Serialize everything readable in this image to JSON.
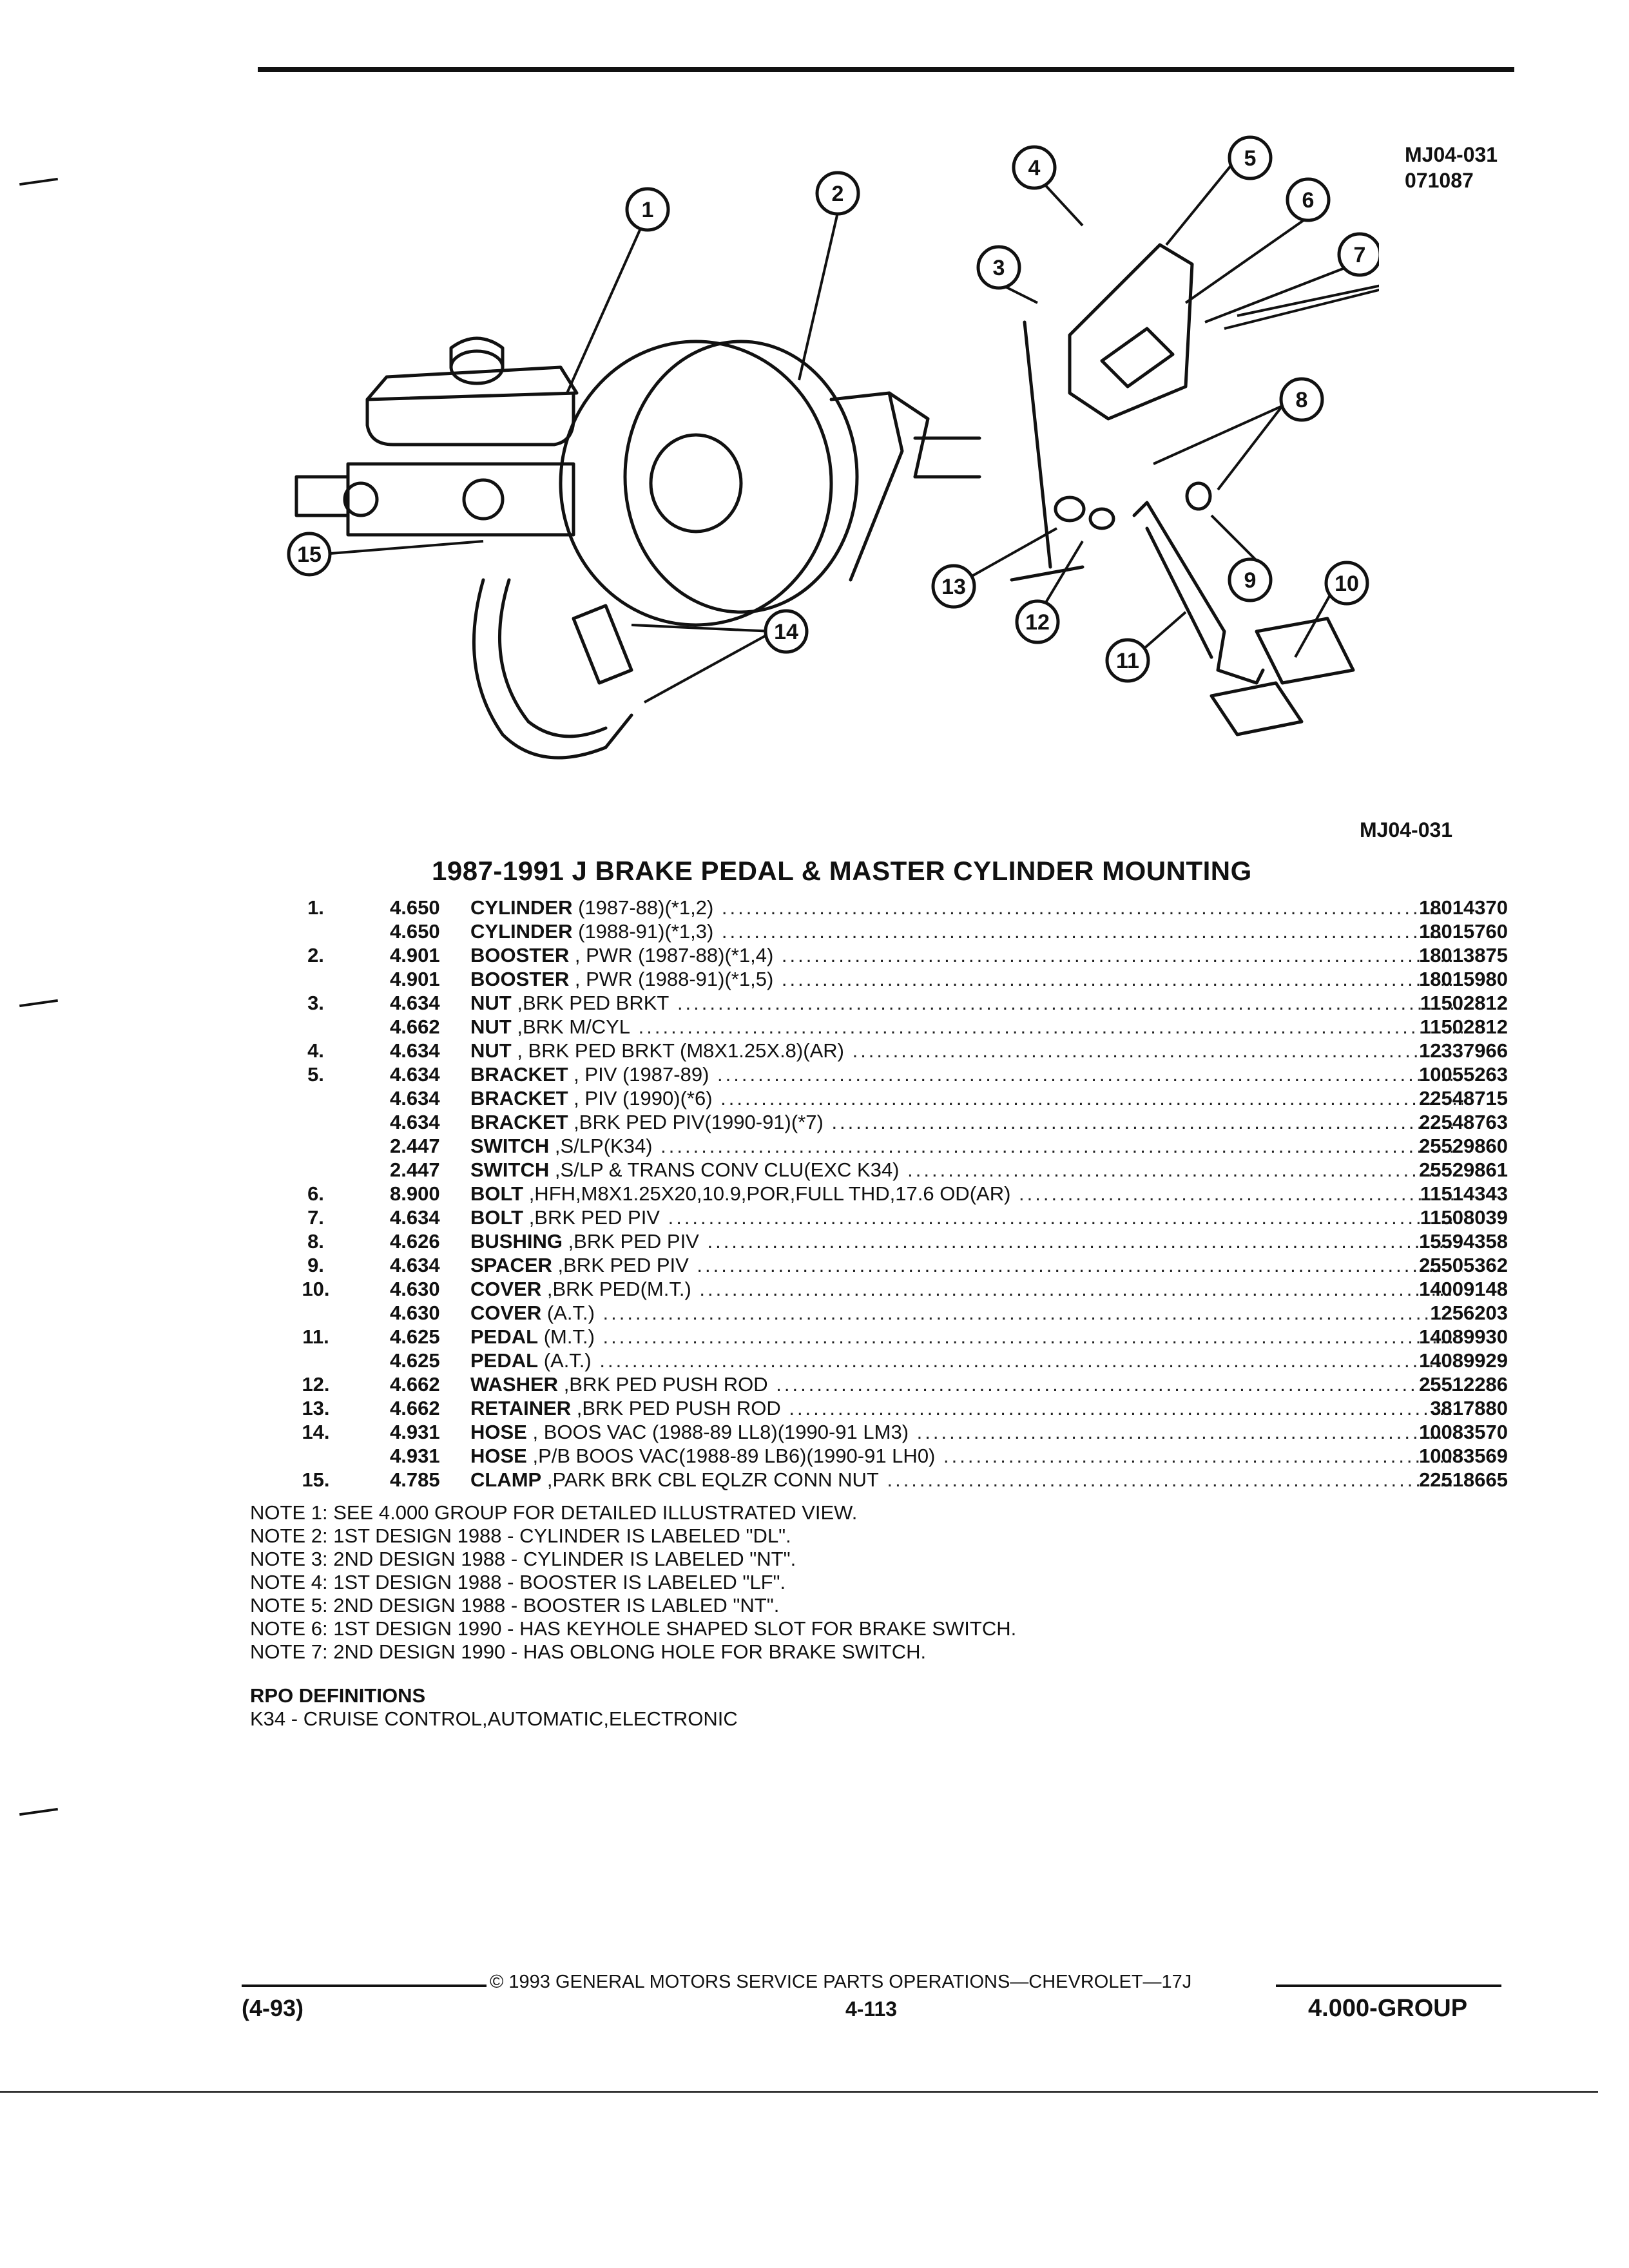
{
  "diagram": {
    "id_top": "MJ04-031",
    "date_code": "071087",
    "id_bottom": "MJ04-031",
    "callouts": [
      "1",
      "2",
      "3",
      "4",
      "5",
      "6",
      "7",
      "3",
      "8",
      "9",
      "10",
      "11",
      "12",
      "13",
      "14",
      "15"
    ]
  },
  "section_title": "1987-1991 J BRAKE PEDAL & MASTER CYLINDER MOUNTING",
  "parts": [
    {
      "num": "1.",
      "group": "4.650",
      "name": "CYLINDER",
      "spec": " (1987-88)(*1,2)",
      "part_no": "18014370"
    },
    {
      "num": "",
      "group": "4.650",
      "name": "CYLINDER",
      "spec": " (1988-91)(*1,3)",
      "part_no": "18015760"
    },
    {
      "num": "2.",
      "group": "4.901",
      "name": "BOOSTER",
      "spec": " , PWR (1987-88)(*1,4)",
      "part_no": "18013875"
    },
    {
      "num": "",
      "group": "4.901",
      "name": "BOOSTER",
      "spec": " , PWR (1988-91)(*1,5)",
      "part_no": "18015980"
    },
    {
      "num": "3.",
      "group": "4.634",
      "name": "NUT",
      "spec": " ,BRK PED BRKT",
      "part_no": "11502812"
    },
    {
      "num": "",
      "group": "4.662",
      "name": "NUT",
      "spec": " ,BRK M/CYL",
      "part_no": "11502812"
    },
    {
      "num": "4.",
      "group": "4.634",
      "name": "NUT",
      "spec": " , BRK PED BRKT (M8X1.25X.8)(AR)",
      "part_no": "12337966"
    },
    {
      "num": "5.",
      "group": "4.634",
      "name": "BRACKET",
      "spec": " , PIV (1987-89)",
      "part_no": "10055263"
    },
    {
      "num": "",
      "group": "4.634",
      "name": "BRACKET",
      "spec": " , PIV (1990)(*6)",
      "part_no": "22548715"
    },
    {
      "num": "",
      "group": "4.634",
      "name": "BRACKET",
      "spec": " ,BRK PED PIV(1990-91)(*7)",
      "part_no": "22548763"
    },
    {
      "num": "",
      "group": "2.447",
      "name": "SWITCH",
      "spec": " ,S/LP(K34)",
      "part_no": "25529860"
    },
    {
      "num": "",
      "group": "2.447",
      "name": "SWITCH",
      "spec": " ,S/LP & TRANS CONV CLU(EXC K34)",
      "part_no": "25529861"
    },
    {
      "num": "6.",
      "group": "8.900",
      "name": "BOLT",
      "spec": " ,HFH,M8X1.25X20,10.9,POR,FULL THD,17.6 OD(AR)",
      "part_no": "11514343"
    },
    {
      "num": "7.",
      "group": "4.634",
      "name": "BOLT",
      "spec": " ,BRK PED PIV",
      "part_no": "11508039"
    },
    {
      "num": "8.",
      "group": "4.626",
      "name": "BUSHING",
      "spec": " ,BRK PED PIV",
      "part_no": "15594358"
    },
    {
      "num": "9.",
      "group": "4.634",
      "name": "SPACER",
      "spec": " ,BRK PED PIV",
      "part_no": "25505362"
    },
    {
      "num": "10.",
      "group": "4.630",
      "name": "COVER",
      "spec": " ,BRK PED(M.T.)",
      "part_no": "14009148"
    },
    {
      "num": "",
      "group": "4.630",
      "name": "COVER",
      "spec": " (A.T.)",
      "part_no": "1256203"
    },
    {
      "num": "11.",
      "group": "4.625",
      "name": "PEDAL",
      "spec": " (M.T.)",
      "part_no": "14089930"
    },
    {
      "num": "",
      "group": "4.625",
      "name": "PEDAL",
      "spec": " (A.T.)",
      "part_no": "14089929"
    },
    {
      "num": "12.",
      "group": "4.662",
      "name": "WASHER",
      "spec": " ,BRK PED PUSH ROD",
      "part_no": "25512286"
    },
    {
      "num": "13.",
      "group": "4.662",
      "name": "RETAINER",
      "spec": " ,BRK PED PUSH ROD",
      "part_no": "3817880"
    },
    {
      "num": "14.",
      "group": "4.931",
      "name": "HOSE",
      "spec": " , BOOS VAC (1988-89 LL8)(1990-91 LM3)",
      "part_no": "10083570"
    },
    {
      "num": "",
      "group": "4.931",
      "name": "HOSE",
      "spec": " ,P/B BOOS VAC(1988-89 LB6)(1990-91 LH0)",
      "part_no": "10083569"
    },
    {
      "num": "15.",
      "group": "4.785",
      "name": "CLAMP",
      "spec": " ,PARK BRK CBL EQLZR CONN NUT",
      "part_no": "22518665"
    }
  ],
  "notes": [
    {
      "label": "NOTE  1:",
      "text": " SEE 4.000 GROUP FOR DETAILED ILLUSTRATED VIEW."
    },
    {
      "label": "NOTE  2:",
      "text": " 1ST DESIGN 1988 - CYLINDER IS LABELED \"DL\"."
    },
    {
      "label": "NOTE  3:",
      "text": " 2ND DESIGN 1988 - CYLINDER IS LABELED \"NT\"."
    },
    {
      "label": "NOTE  4:",
      "text": " 1ST DESIGN 1988 - BOOSTER IS LABELED \"LF\"."
    },
    {
      "label": "NOTE  5:",
      "text": " 2ND DESIGN 1988 - BOOSTER IS LABLED \"NT\"."
    },
    {
      "label": "NOTE  6:",
      "text": " 1ST DESIGN 1990 - HAS KEYHOLE SHAPED SLOT FOR BRAKE SWITCH."
    },
    {
      "label": "NOTE  7:",
      "text": " 2ND DESIGN 1990 - HAS OBLONG HOLE FOR BRAKE SWITCH."
    }
  ],
  "rpo": {
    "heading": "RPO DEFINITIONS",
    "definition": "K34 - CRUISE CONTROL,AUTOMATIC,ELECTRONIC"
  },
  "footer": {
    "copyright": "© 1993 GENERAL MOTORS SERVICE PARTS OPERATIONS—CHEVROLET—17J",
    "revision": "(4-93)",
    "page": "4-113",
    "group": "4.000-GROUP"
  }
}
